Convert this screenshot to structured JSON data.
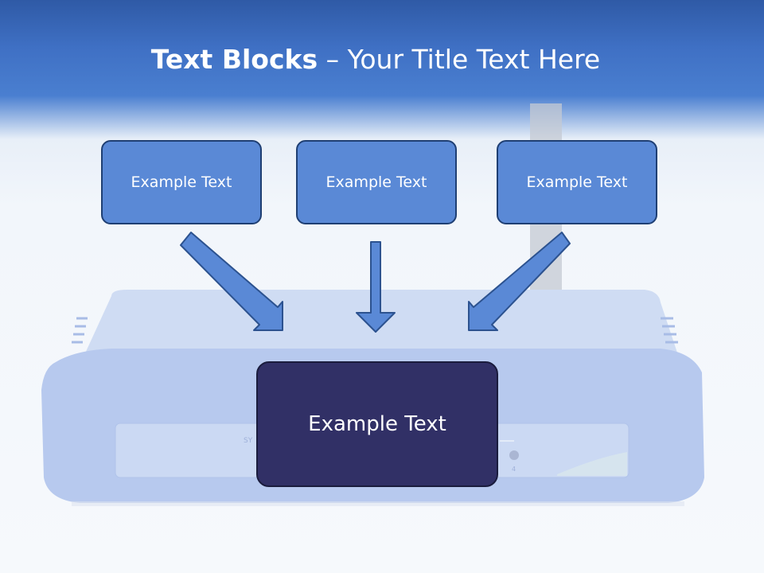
{
  "title": {
    "bold": "Text Blocks",
    "rest": " – Your Title Text Here"
  },
  "blocks": {
    "left": "Example Text",
    "center": "Example Text",
    "right": "Example Text",
    "main": "Example Text"
  },
  "colors": {
    "header": "#3f70c4",
    "block": "#5a89d6",
    "main_block": "#313066",
    "arrow_fill": "#5a89d6",
    "arrow_stroke": "#2c528f"
  }
}
